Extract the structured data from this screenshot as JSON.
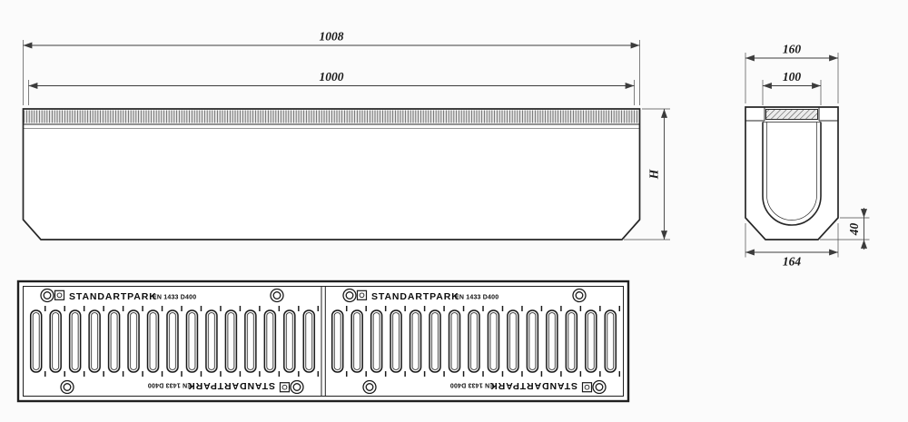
{
  "side_view": {
    "dim_outer_length": "1008",
    "dim_inner_length": "1000",
    "dim_height": "H"
  },
  "section_view": {
    "dim_outer_width": "160",
    "dim_inner_width": "100",
    "dim_bottom_width": "164",
    "dim_chamfer_height": "40"
  },
  "plan_view": {
    "brand": "STANDARTPARK",
    "standard": "EN 1433 D400"
  },
  "colors": {
    "line": "#262626",
    "dimension": "#3c3c3c",
    "background": "#fbfbfb"
  }
}
